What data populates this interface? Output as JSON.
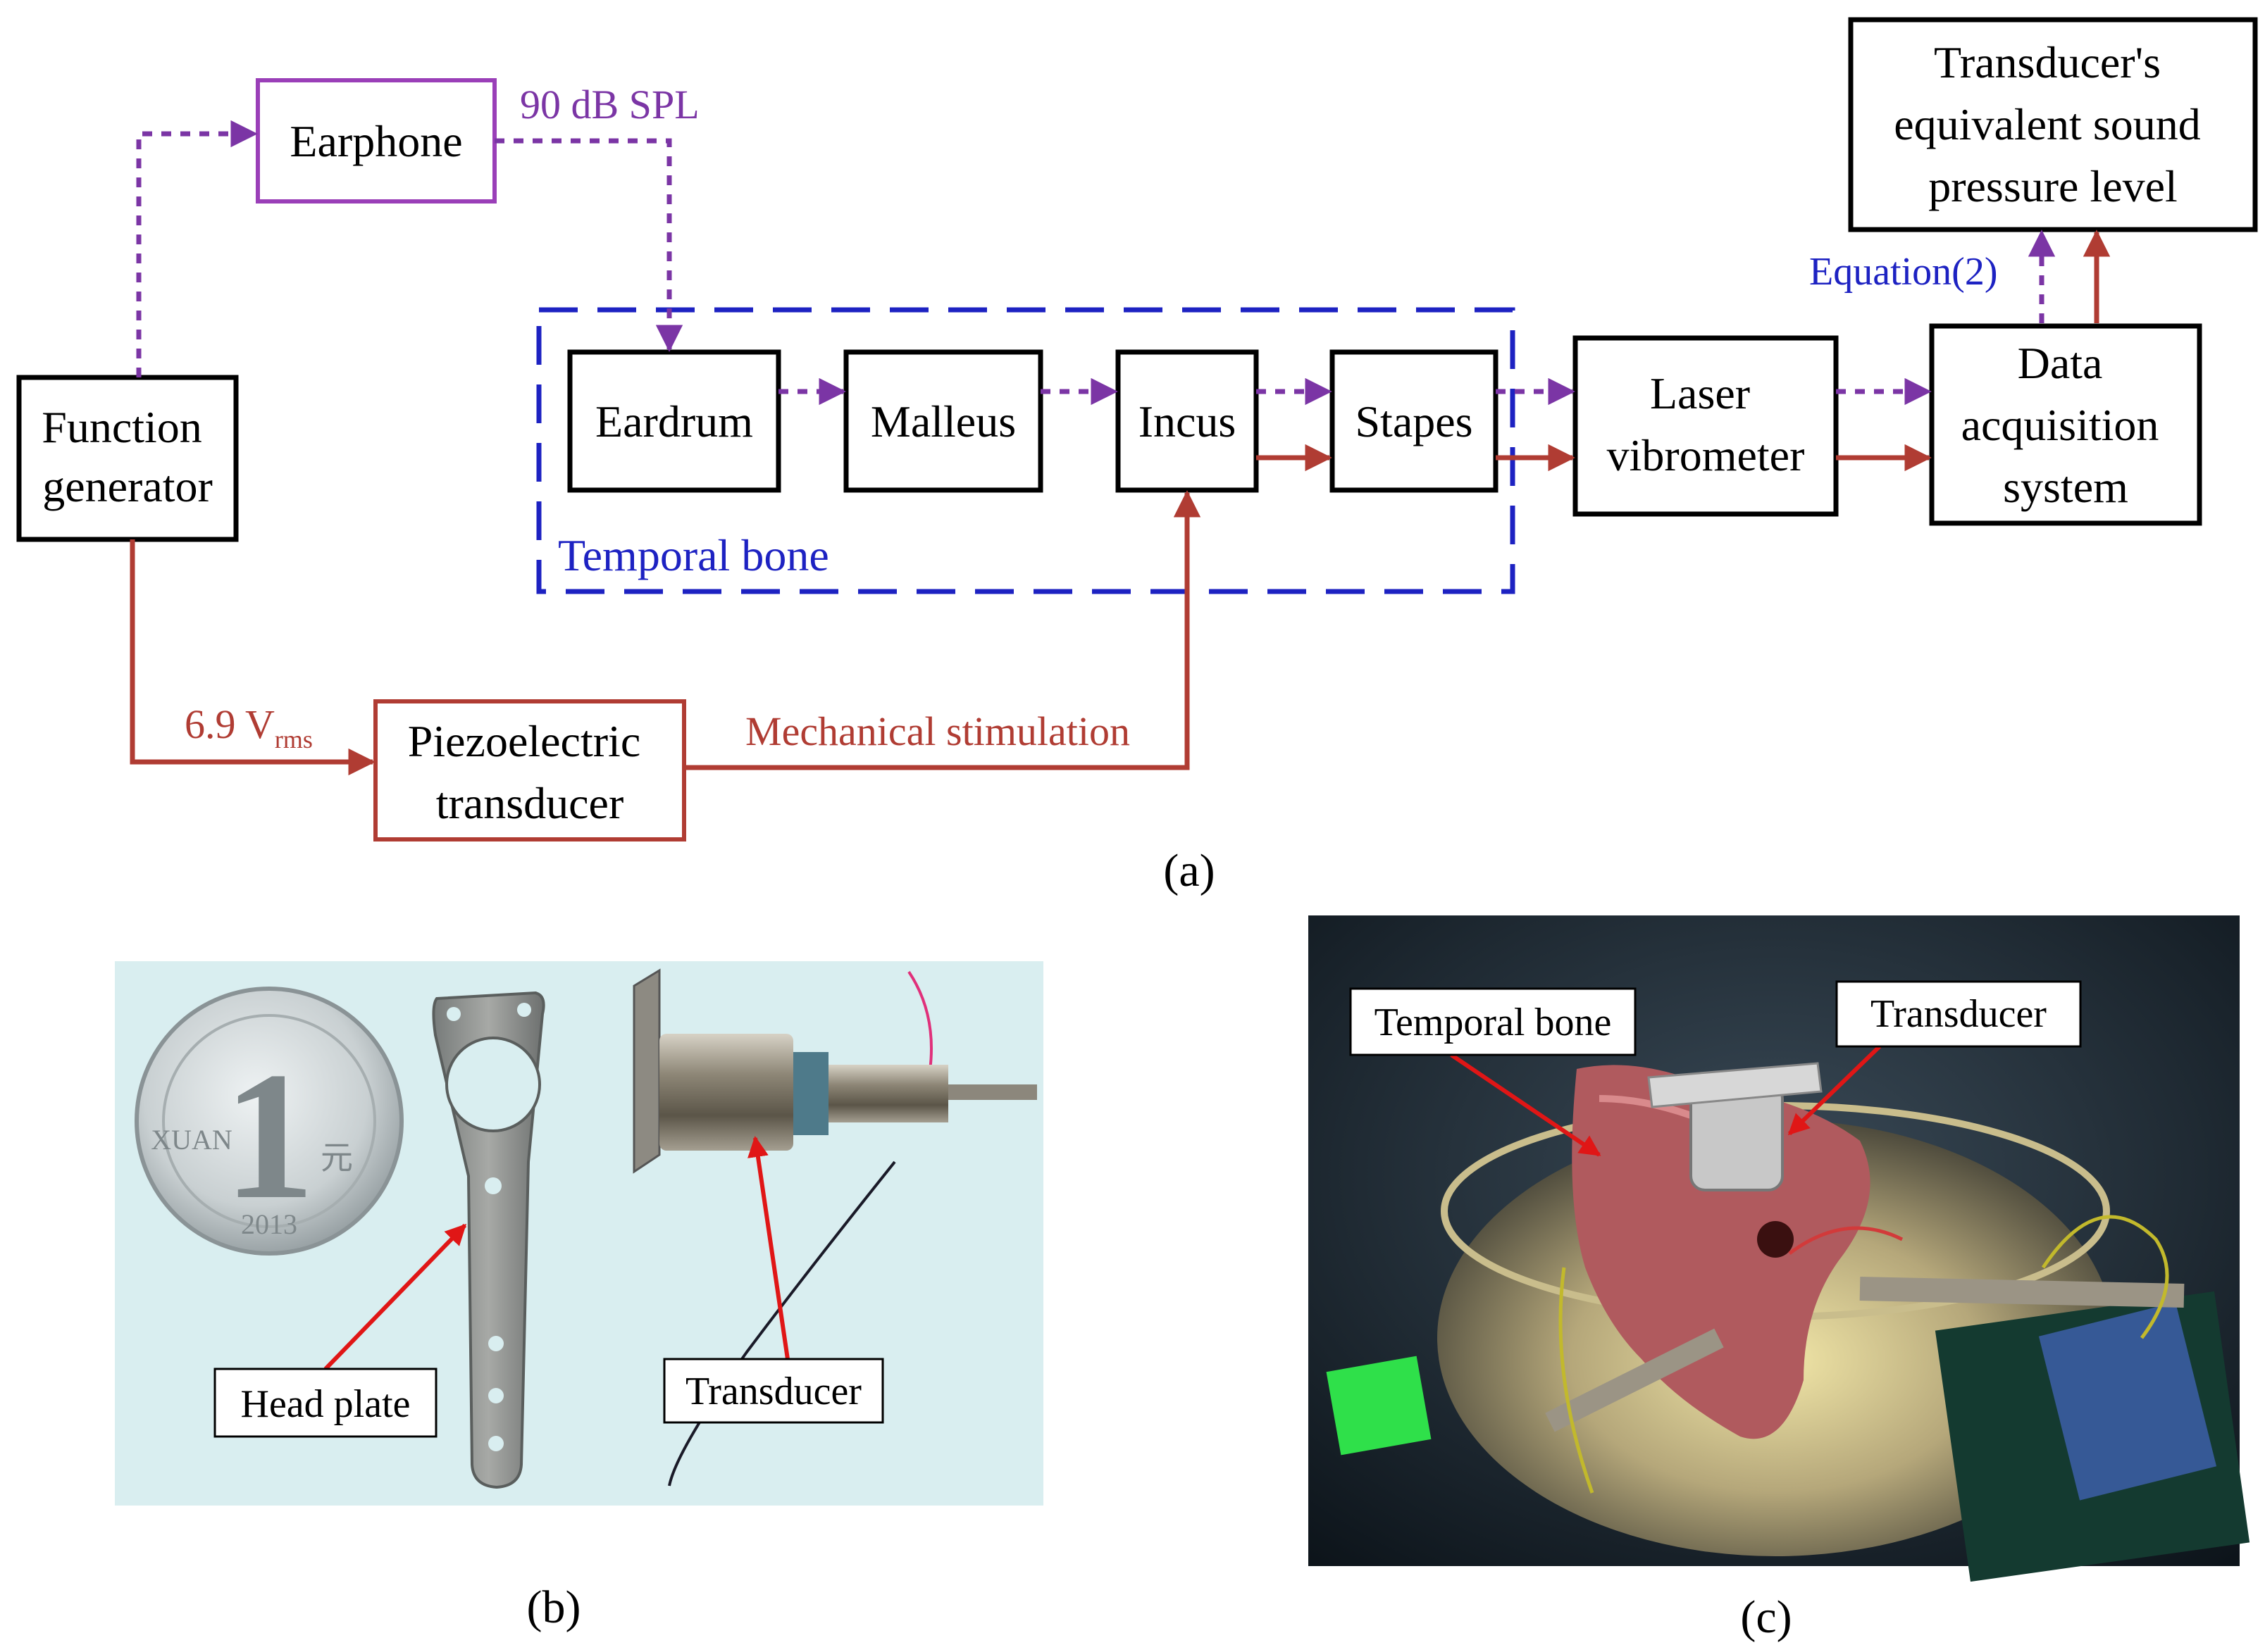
{
  "panel_a": {
    "caption": "(a)",
    "nodes": {
      "function_generator": [
        "Function",
        "generator"
      ],
      "earphone": "Earphone",
      "eardrum": "Eardrum",
      "malleus": "Malleus",
      "incus": "Incus",
      "stapes": "Stapes",
      "laser_vibrometer": [
        "Laser",
        "vibrometer"
      ],
      "data_acquisition": [
        "Data",
        "acquisition",
        "system"
      ],
      "equivalent_spl": [
        "Transducer's",
        "equivalent sound",
        "pressure level"
      ],
      "piezo_transducer": [
        "Piezoelectric",
        "transducer"
      ]
    },
    "labels": {
      "acoustic_level": "90 dB SPL",
      "voltage_value": "6.9 V",
      "voltage_subscript": "rms",
      "mechanical": "Mechanical stimulation",
      "equation": "Equation(2)",
      "temporal_bone": "Temporal bone"
    },
    "colors": {
      "acoustic_path": "#7b35a5",
      "mechanical_path": "#b03c33",
      "temporal_bone_group": "#1d22c2",
      "earphone_box": "#9a3fb8",
      "piezo_box": "#b03c33"
    }
  },
  "panel_b": {
    "caption": "(b)",
    "coin_digit": "1",
    "coin_text_left": "XUAN",
    "coin_text_right": "元",
    "coin_year": "2013",
    "labels": {
      "head_plate": "Head plate",
      "transducer": "Transducer"
    }
  },
  "panel_c": {
    "caption": "(c)",
    "labels": {
      "temporal_bone": "Temporal bone",
      "transducer": "Transducer"
    }
  }
}
